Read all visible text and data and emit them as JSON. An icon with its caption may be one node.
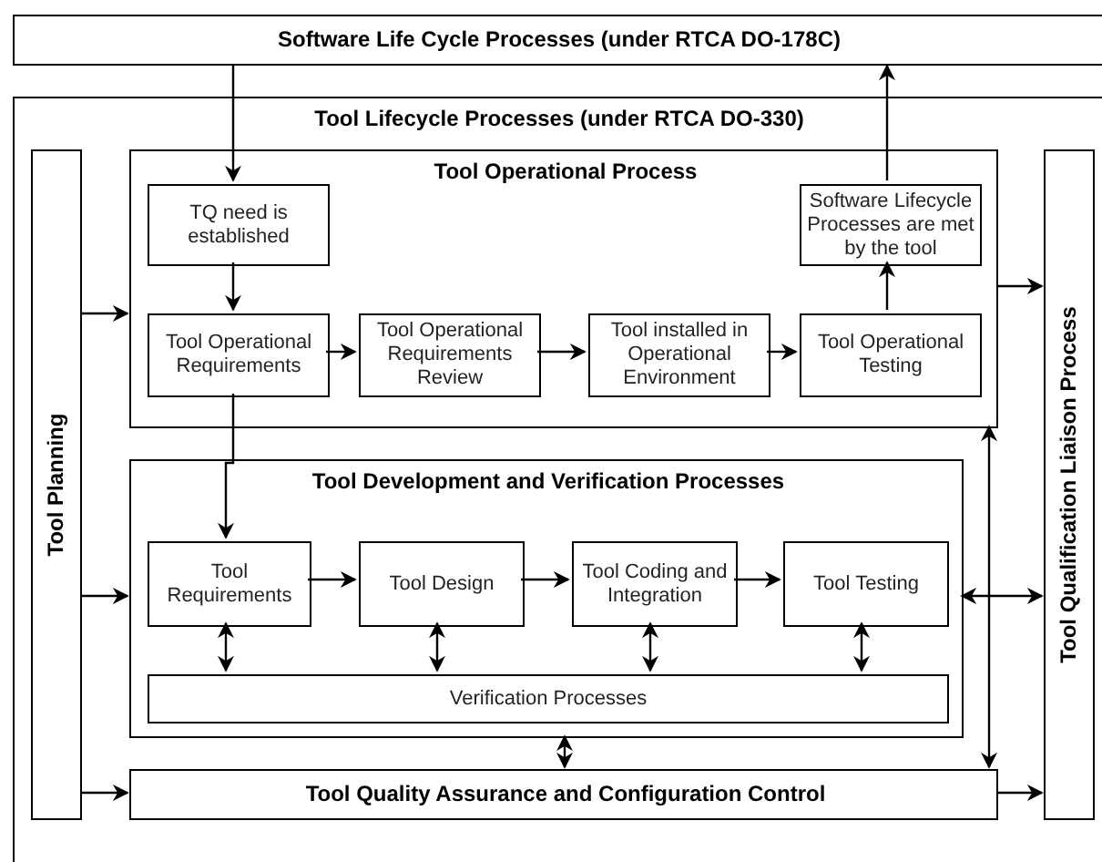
{
  "diagram": {
    "nodes": [
      {
        "text": [
          "Software Life Cycle Processes (under RTCA DO-178C)"
        ]
      },
      {
        "text": [
          "Tool Lifecycle Processes (under RTCA DO-330)"
        ]
      },
      {
        "text": [
          "Tool Planning"
        ],
        "in": 1
      },
      {
        "text": [
          "Tool Operational Process"
        ],
        "in": 1
      },
      {
        "text": [
          "TQ need is established"
        ],
        "in": 3
      },
      {
        "text": [
          "Software Lifecycle Processes are met by the tool"
        ],
        "in": 3
      },
      {
        "text": [
          "Tool Operational Requirements"
        ],
        "in": 3
      },
      {
        "text": [
          "Tool Operational Requirements Review"
        ],
        "in": 3
      },
      {
        "text": [
          "Tool installed in Operational Environment"
        ],
        "in": 3
      },
      {
        "text": [
          "Tool Operational Testing"
        ],
        "in": 3
      },
      {
        "text": [
          "Tool Development and Verification Processes"
        ],
        "in": 1
      },
      {
        "text": [
          "Tool Requirements"
        ],
        "in": 10
      },
      {
        "text": [
          "Tool Design"
        ],
        "in": 10
      },
      {
        "text": [
          "Tool Coding and Integration"
        ],
        "in": 10
      },
      {
        "text": [
          "Tool Testing"
        ],
        "in": 10
      },
      {
        "text": [
          "Verification Processes"
        ],
        "in": 10
      },
      {
        "text": [
          "Tool Quality Assurance and Configuration Control"
        ],
        "in": 1
      },
      {
        "text": [
          "Tool Qualification Liaison Process"
        ],
        "in": 1
      }
    ],
    "edges": [
      {
        "from": 0,
        "to": 4,
        "arrow": "to"
      },
      {
        "from": 5,
        "to": 0,
        "arrow": "to"
      },
      {
        "from": 4,
        "to": 6,
        "arrow": "to"
      },
      {
        "from": 6,
        "to": 7,
        "arrow": "to"
      },
      {
        "from": 7,
        "to": 8,
        "arrow": "to"
      },
      {
        "from": 8,
        "to": 9,
        "arrow": "to"
      },
      {
        "from": 9,
        "to": 5,
        "arrow": "to"
      },
      {
        "from": 6,
        "to": 11,
        "arrow": "to"
      },
      {
        "from": 2,
        "to": 3,
        "arrow": "to"
      },
      {
        "from": 2,
        "to": 10,
        "arrow": "to"
      },
      {
        "from": 2,
        "to": 16,
        "arrow": "to"
      },
      {
        "from": 3,
        "to": 17,
        "arrow": "to"
      },
      {
        "from": 10,
        "to": 17,
        "arrow": "both"
      },
      {
        "from": 16,
        "to": 17,
        "arrow": "to"
      },
      {
        "from": 11,
        "to": 12,
        "arrow": "to"
      },
      {
        "from": 12,
        "to": 13,
        "arrow": "to"
      },
      {
        "from": 13,
        "to": 14,
        "arrow": "to"
      },
      {
        "from": 11,
        "to": 15,
        "arrow": "both"
      },
      {
        "from": 12,
        "to": 15,
        "arrow": "both"
      },
      {
        "from": 13,
        "to": 15,
        "arrow": "both"
      },
      {
        "from": 14,
        "to": 15,
        "arrow": "both"
      },
      {
        "from": 10,
        "to": 16,
        "arrow": "both"
      },
      {
        "from": 3,
        "to": 16,
        "arrow": "both"
      }
    ]
  }
}
